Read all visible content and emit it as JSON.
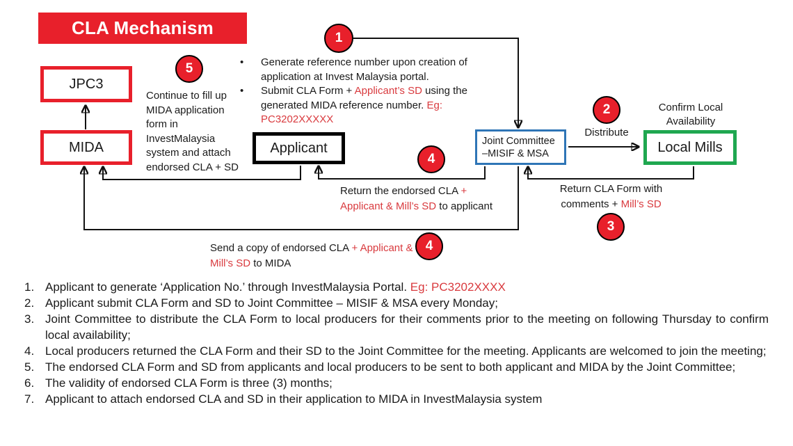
{
  "title": "CLA Mechanism",
  "boxes": {
    "jpc3": "JPC3",
    "mida": "MIDA",
    "applicant": "Applicant",
    "joint_committee": "Joint Committee\n–MISIF & MSA",
    "local_mills": "Local Mills"
  },
  "badges": {
    "one": "1",
    "two": "2",
    "three": "3",
    "four_return": "4",
    "four_send": "4",
    "five": "5"
  },
  "annotations": {
    "bullet_glyph": "•",
    "bullet1": "Generate reference number upon creation of\napplication at Invest Malaysia portal.",
    "bullet2": {
      "p1": "Submit CLA Form + ",
      "red1": "Applicant’s SD",
      "p2": " using the\ngenerated MIDA reference number. ",
      "red2": "Eg:\nPC3202XXXXX"
    },
    "step5_note": "Continue to fill up\nMIDA application\nform in\nInvestMalaysia\nsystem and attach\nendorsed CLA + SD",
    "distribute": "Distribute",
    "confirm_local": "Confirm Local\nAvailability",
    "return_mills": {
      "p1": "Return CLA Form with\ncomments + ",
      "red1": "Mill’s SD"
    },
    "return_applicant": {
      "p1": "Return the endorsed CLA ",
      "red1": "+\nApplicant & Mill’s SD",
      "p2": " to applicant"
    },
    "send_copy": {
      "p1": "Send a copy of endorsed CLA ",
      "red1": "+ Applicant &\nMill’s SD",
      "p2": " to MIDA"
    }
  },
  "procedure": {
    "items": [
      {
        "num": "1.",
        "p1": "Applicant to generate ‘Application No.’ through InvestMalaysia Portal. ",
        "red1": "Eg: PC3202XXXX"
      },
      {
        "num": "2.",
        "p1": "Applicant submit CLA Form and SD to Joint Committee – MISIF & MSA every Monday;"
      },
      {
        "num": "3.",
        "p1": "Joint Committee to distribute the CLA Form to local producers for their comments prior to the meeting on following Thursday to confirm local availability;"
      },
      {
        "num": "4.",
        "p1": "Local producers returned the CLA Form and their SD to the Joint Committee for the meeting. Applicants are welcomed to join the meeting;"
      },
      {
        "num": "5.",
        "p1": "The endorsed CLA Form and SD from applicants and local producers to be sent to both applicant and MIDA by the Joint Committee;"
      },
      {
        "num": "6.",
        "p1": "The validity of endorsed CLA Form is three (3) months;"
      },
      {
        "num": "7.",
        "p1": "Applicant to attach endorsed CLA and SD in their application to MIDA in InvestMalaysia system"
      }
    ]
  },
  "colors": {
    "shape_red": "#E8202B",
    "text_red": "#D93A3E",
    "blue": "#2E75B6",
    "green": "#1FA750",
    "line": "#111111"
  }
}
